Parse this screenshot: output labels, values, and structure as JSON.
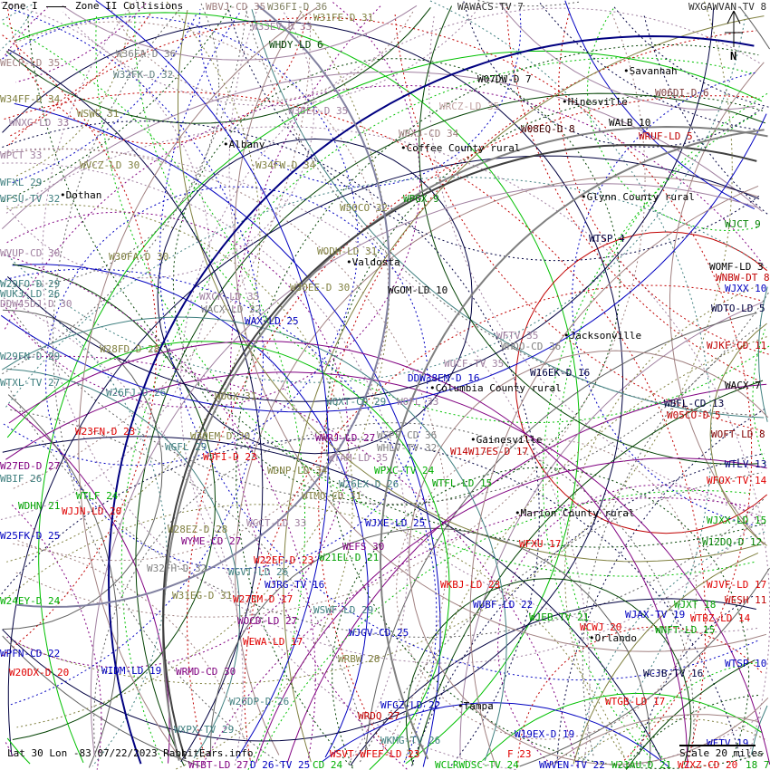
{
  "legend": {
    "zone1": "Zone I",
    "zone2": "Zone II Collisions"
  },
  "north_label": "N",
  "footer": {
    "info": "Lat 30 Lon -83 07/22/2023 RabbitEars.info",
    "scale": "Scale 20 miles"
  },
  "cities": [
    "Savannah",
    "Hinesville",
    "Albany",
    "Coffee County rural",
    "Dothan",
    "Glynn County rural",
    "Valdosta",
    "Jacksonville",
    "Columbia County rural",
    "Gainesville",
    "Marion County rural",
    "Tampa",
    "Orlando"
  ],
  "stations": [
    {
      "t": "WBVJ-CD 35",
      "c": "#a08080"
    },
    {
      "t": "W36FI-D 36",
      "c": "#808060"
    },
    {
      "t": "W31FE-D 31",
      "c": "#808040"
    },
    {
      "t": "WAWACS-TV 7",
      "c": "#303030"
    },
    {
      "t": "WXGAWVAN-TV 8",
      "c": "#303030"
    },
    {
      "t": "W33EV-D 33",
      "c": "#a080a0"
    },
    {
      "t": "WHDY-LD 6",
      "c": "#004000"
    },
    {
      "t": "W36EA-D 36",
      "c": "#808080"
    },
    {
      "t": "WECP-LD 35",
      "c": "#a08080"
    },
    {
      "t": "W32FK-D 32",
      "c": "#608080"
    },
    {
      "t": "W07DW-D 7",
      "c": "#000000"
    },
    {
      "t": "W06DI-D 6",
      "c": "#804040"
    },
    {
      "t": "W34FF-D 34",
      "c": "#808040"
    },
    {
      "t": "W35EC-D 35",
      "c": "#a080a0"
    },
    {
      "t": "WRCZ-LD 35",
      "c": "#c0a0a0"
    },
    {
      "t": "WSWG 31",
      "c": "#808040"
    },
    {
      "t": "WNXG-LD 33",
      "c": "#a080a0"
    },
    {
      "t": "WALB 10",
      "c": "#000000"
    },
    {
      "t": "W08EQ-D 8",
      "c": "#400000"
    },
    {
      "t": "WRUF-LD 5",
      "c": "#c00000"
    },
    {
      "t": "WBXJ-CD 34",
      "c": "#a08080"
    },
    {
      "t": "WPCT 33",
      "c": "#a080a0"
    },
    {
      "t": "WVCZ-LD 30",
      "c": "#808040"
    },
    {
      "t": "W34FW-D 34",
      "c": "#808040"
    },
    {
      "t": "WFXL 29",
      "c": "#408080"
    },
    {
      "t": "WFSU-TV 32",
      "c": "#408080"
    },
    {
      "t": "WPGX 9",
      "c": "#008000"
    },
    {
      "t": "W50CO 32",
      "c": "#808040"
    },
    {
      "t": "WJCT 9",
      "c": "#008000"
    },
    {
      "t": "WTSP 4",
      "c": "#000040"
    },
    {
      "t": "WVUP-CD 30",
      "c": "#a080a0"
    },
    {
      "t": "WODH-LD 31",
      "c": "#808040"
    },
    {
      "t": "W30FA-D 30",
      "c": "#808040"
    },
    {
      "t": "WOMF-LD 3",
      "c": "#000000"
    },
    {
      "t": "WNBW-DT 8",
      "c": "#c00000"
    },
    {
      "t": "W29FO-D 29",
      "c": "#408080"
    },
    {
      "t": "WJXX 10",
      "c": "#0000c0"
    },
    {
      "t": "W30EE-D 30",
      "c": "#808040"
    },
    {
      "t": "WGOM-LD 10",
      "c": "#000000"
    },
    {
      "t": "WUKJ-LD 26",
      "c": "#408080"
    },
    {
      "t": "WXCK-LD 33",
      "c": "#a080a0"
    },
    {
      "t": "DDW45DJ-D 30",
      "c": "#a080a0"
    },
    {
      "t": "WDTO-LD 5",
      "c": "#000040"
    },
    {
      "t": "WACX-LD 32",
      "c": "#808080"
    },
    {
      "t": "WAX-LD 25",
      "c": "#0000c0"
    },
    {
      "t": "WFTV 35",
      "c": "#a080a0"
    },
    {
      "t": "WJKF-CD 11",
      "c": "#c00000"
    },
    {
      "t": "W28FD-D 28",
      "c": "#808040"
    },
    {
      "t": "WHDO-CD 36",
      "c": "#808080"
    },
    {
      "t": "W29FN-D 29",
      "c": "#408080"
    },
    {
      "t": "WUCF-TV 35",
      "c": "#a080a0"
    },
    {
      "t": "DDW38EM-D 16",
      "c": "#0000c0"
    },
    {
      "t": "W16EK-D 16",
      "c": "#000040"
    },
    {
      "t": "WTXL-TV 27",
      "c": "#408080"
    },
    {
      "t": "WACX 7",
      "c": "#000000"
    },
    {
      "t": "W26FJ-D 26",
      "c": "#408080"
    },
    {
      "t": "WOGX 31",
      "c": "#808040"
    },
    {
      "t": "WQXT-CD 29",
      "c": "#408080"
    },
    {
      "t": "WOFL 33",
      "c": "#a080a0"
    },
    {
      "t": "WBFL-CD 13",
      "c": "#000040"
    },
    {
      "t": "W05CO-D 5",
      "c": "#c00000"
    },
    {
      "t": "W23FN-D 23",
      "c": "#e00000"
    },
    {
      "t": "W30EM-D 30",
      "c": "#808040"
    },
    {
      "t": "WSPF-CD 36",
      "c": "#808080"
    },
    {
      "t": "WOFT-LD 8",
      "c": "#800000"
    },
    {
      "t": "WWRJ-LD 27",
      "c": "#800080"
    },
    {
      "t": "WGFL 29",
      "c": "#408080"
    },
    {
      "t": "WHLV-TV 32",
      "c": "#808080"
    },
    {
      "t": "W14W17ES-D 17",
      "c": "#c00000"
    },
    {
      "t": "WJFI-D 23",
      "c": "#e00000"
    },
    {
      "t": "WTAM-LD 35",
      "c": "#a080a0"
    },
    {
      "t": "WTLV 13",
      "c": "#000080"
    },
    {
      "t": "W27ED-D 27",
      "c": "#800080"
    },
    {
      "t": "WDNP-LD 34",
      "c": "#808040"
    },
    {
      "t": "WPXC-TV 24",
      "c": "#00b000"
    },
    {
      "t": "WTFL-LD 15",
      "c": "#00a000"
    },
    {
      "t": "WFOX-TV 14",
      "c": "#e00000"
    },
    {
      "t": "WBIF 26",
      "c": "#408080"
    },
    {
      "t": "W26EX-D 26",
      "c": "#408080"
    },
    {
      "t": "WTMO-CD 31",
      "c": "#808040"
    },
    {
      "t": "WTLF 24",
      "c": "#00b000"
    },
    {
      "t": "WDHN 21",
      "c": "#00a000"
    },
    {
      "t": "WJJN-LD 20",
      "c": "#e00000"
    },
    {
      "t": "WGCT-LD 33",
      "c": "#a080a0"
    },
    {
      "t": "WJXE-LD 25",
      "c": "#0000c0"
    },
    {
      "t": "WJXX-LD 15",
      "c": "#00a000"
    },
    {
      "t": "W28EZ-D 28",
      "c": "#808040"
    },
    {
      "t": "W25FK-D 25",
      "c": "#0000c0"
    },
    {
      "t": "WYME-CD 27",
      "c": "#800080"
    },
    {
      "t": "WEFS 30",
      "c": "#800080"
    },
    {
      "t": "WFXU 17",
      "c": "#e00000"
    },
    {
      "t": "W12DQ-D 12",
      "c": "#008000"
    },
    {
      "t": "W32FH-D 32",
      "c": "#808080"
    },
    {
      "t": "W22EF-D 23",
      "c": "#e00000"
    },
    {
      "t": "W21EL-D 21",
      "c": "#00a000"
    },
    {
      "t": "WGVT-LD 26",
      "c": "#408080"
    },
    {
      "t": "WJRG-TV 16",
      "c": "#0000c0"
    },
    {
      "t": "W24EY-D 24",
      "c": "#00b000"
    },
    {
      "t": "WJVF-LD 17",
      "c": "#e00000"
    },
    {
      "t": "W31EG-D 31",
      "c": "#808040"
    },
    {
      "t": "W27EM-D 17",
      "c": "#e00000"
    },
    {
      "t": "WKBJ-LD 23",
      "c": "#e00000"
    },
    {
      "t": "WESH 11",
      "c": "#c00000"
    },
    {
      "t": "WUBF-LD 22",
      "c": "#0000c0"
    },
    {
      "t": "WSWF-LD 29",
      "c": "#408080"
    },
    {
      "t": "WJXT 18",
      "c": "#00a000"
    },
    {
      "t": "WJAX-TV 19",
      "c": "#0000c0"
    },
    {
      "t": "WTBZ-LD 14",
      "c": "#e00000"
    },
    {
      "t": "WOCD-LD 27",
      "c": "#800080"
    },
    {
      "t": "WJEB-TV 21",
      "c": "#00a000"
    },
    {
      "t": "WCWJ 20",
      "c": "#e00000"
    },
    {
      "t": "WNFT-LD 15",
      "c": "#00a000"
    },
    {
      "t": "WJGV-CD 25",
      "c": "#0000c0"
    },
    {
      "t": "WEWA-LD 17",
      "c": "#e00000"
    },
    {
      "t": "WPFN-CD 22",
      "c": "#0000c0"
    },
    {
      "t": "WRBW 28",
      "c": "#808040"
    },
    {
      "t": "WTSP 10",
      "c": "#0000c0"
    },
    {
      "t": "W20DX-D 20",
      "c": "#e00000"
    },
    {
      "t": "WIDM-LD 19",
      "c": "#0000c0"
    },
    {
      "t": "WRMD-CD 30",
      "c": "#800080"
    },
    {
      "t": "WCJB-TV 16",
      "c": "#000040"
    },
    {
      "t": "W26DP-D 26",
      "c": "#408080"
    },
    {
      "t": "WTGB-LD 17",
      "c": "#e00000"
    },
    {
      "t": "WFGZ-LD 22",
      "c": "#0000c0"
    },
    {
      "t": "WRDQ 27",
      "c": "#c00000"
    },
    {
      "t": "WXPX-TV 29",
      "c": "#408080"
    },
    {
      "t": "W19EX-D 19",
      "c": "#0000c0"
    },
    {
      "t": "WKMG-TV 26",
      "c": "#408080"
    },
    {
      "t": "WTBT-LD 27",
      "c": "#800080"
    },
    {
      "t": "D 26-TV 25",
      "c": "#0000c0"
    },
    {
      "t": "CD 24",
      "c": "#00b000"
    },
    {
      "t": "WSVT-WFEF-LD 23",
      "c": "#e00000"
    },
    {
      "t": "WCLRWDSC-TV 24",
      "c": "#00b000"
    },
    {
      "t": "F 23",
      "c": "#e00000"
    },
    {
      "t": "WWVEN-TV 22",
      "c": "#0000c0"
    },
    {
      "t": "W21AU-D 21",
      "c": "#00a000"
    },
    {
      "t": "WZXZ-CD 20",
      "c": "#e00000"
    },
    {
      "t": "WFTV 19",
      "c": "#0000c0"
    },
    {
      "t": "18 7",
      "c": "#00a000"
    }
  ],
  "arc_colors": [
    "#0000c0",
    "#c00000",
    "#00c000",
    "#808040",
    "#a080a0",
    "#408080",
    "#000040",
    "#800080",
    "#606060",
    "#004000",
    "#a08080"
  ]
}
